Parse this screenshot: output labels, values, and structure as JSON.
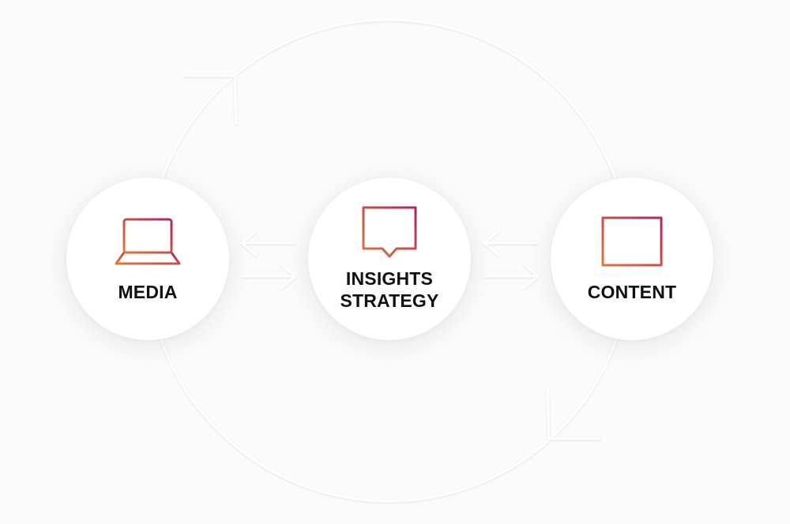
{
  "nodes": {
    "media": {
      "label": "MEDIA",
      "icon": "laptop-icon"
    },
    "insights": {
      "label_line1": "INSIGHTS",
      "label_line2": "STRATEGY",
      "icon": "speech-bubble-icon"
    },
    "content": {
      "label": "CONTENT",
      "icon": "layout-icon"
    }
  },
  "colors": {
    "icon_gradient_start": "#e0773a",
    "icon_gradient_end": "#b5245c",
    "label": "#111111",
    "background": "#fbfbfb",
    "ring": "#ffffff"
  }
}
